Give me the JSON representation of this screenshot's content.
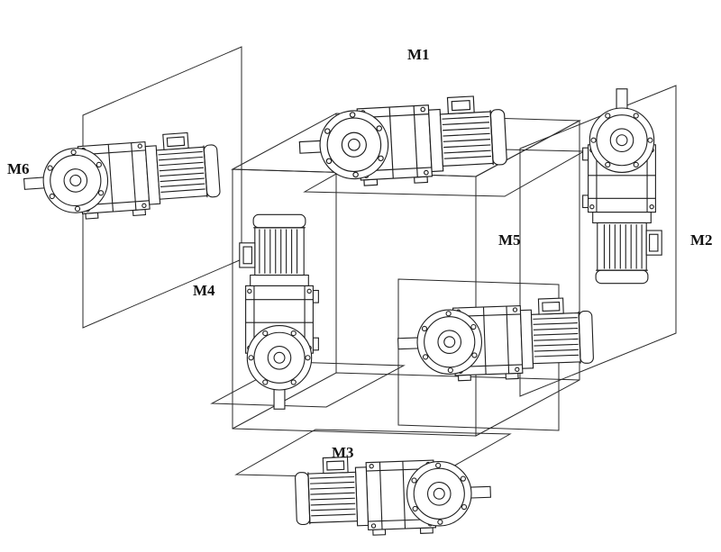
{
  "figure": {
    "type": "gearmotor-mounting-position-diagram",
    "positions": [
      {
        "id": "m1",
        "label": "M1"
      },
      {
        "id": "m2",
        "label": "M2"
      },
      {
        "id": "m3",
        "label": "M3"
      },
      {
        "id": "m4",
        "label": "M4"
      },
      {
        "id": "m5",
        "label": "M5"
      },
      {
        "id": "m6",
        "label": "M6"
      }
    ],
    "colors": {
      "line": "#2a2a2a",
      "background": "#ffffff"
    }
  }
}
